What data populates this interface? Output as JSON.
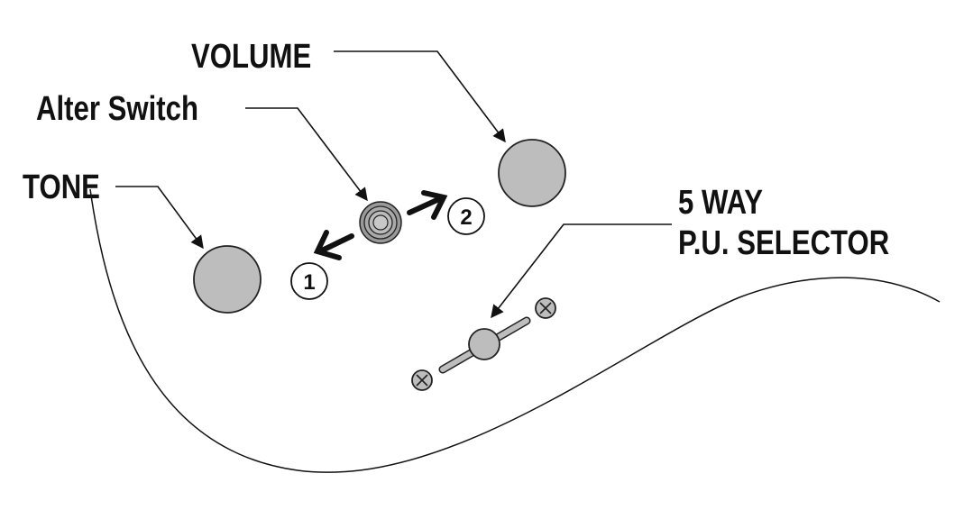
{
  "labels": {
    "volume": "VOLUME",
    "alter_switch": "Alter Switch",
    "tone": "TONE",
    "selector_line1": "5 WAY",
    "selector_line2": "P.U. SELECTOR"
  },
  "positions": {
    "one": "1",
    "two": "2"
  },
  "colors": {
    "knob_fill": "#bdbdbd",
    "line": "#111111"
  }
}
